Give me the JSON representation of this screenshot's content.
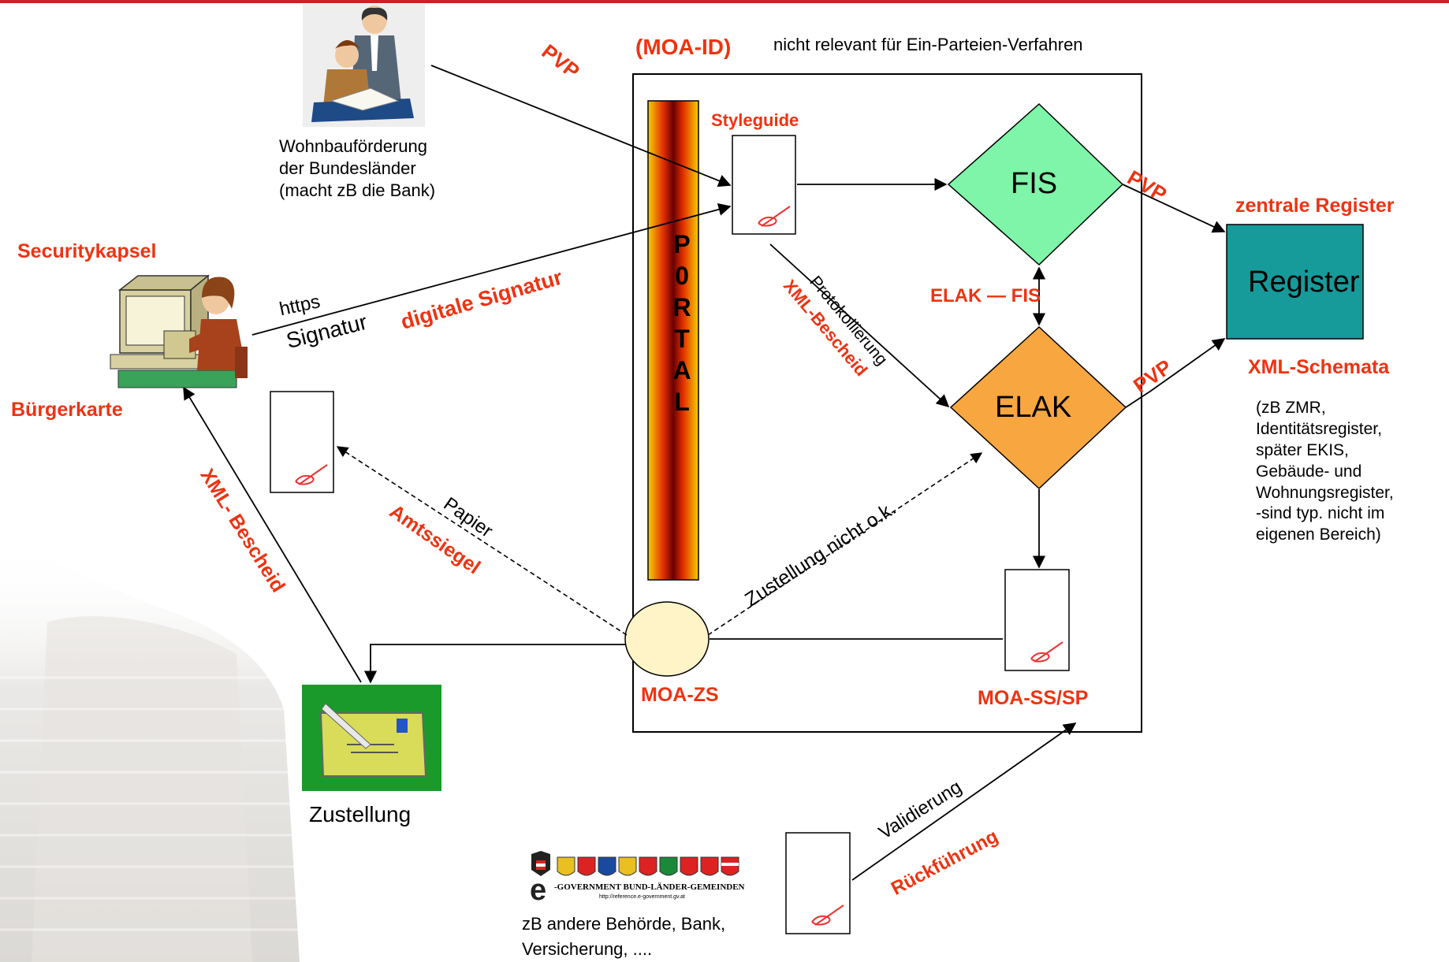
{
  "labels": {
    "pvp_top": "PVP",
    "moa_id": "(MOA-ID)",
    "nicht_relevant": "nicht relevant für Ein-Parteien-Verfahren",
    "wohnbau": "Wohnbauförderung\nder Bundesländer\n(macht zB die Bank)",
    "styleguide": "Styleguide",
    "securitykapsel": "Securitykapsel",
    "https": "https",
    "signatur": "Signatur",
    "digitale_signatur": "digitale Signatur",
    "portal_letters": [
      "P",
      "0",
      "R",
      "T",
      "A",
      "L"
    ],
    "protokollierung": "Protokollierung",
    "xml_bescheid_center": "XML-Bescheid",
    "fis": "FIS",
    "elak_fis": "ELAK — FIS",
    "elak": "ELAK",
    "pvp_fis": "PVP",
    "pvp_elak": "PVP",
    "zentrale_register": "zentrale Register",
    "register": "Register",
    "xml_schemata": "XML-Schemata",
    "register_note": "(zB ZMR,\nIdentitätsregister,\nspäter EKIS,\nGebäude- und\nWohnungsregister,\n-sind typ. nicht im\neigenen Bereich)",
    "buergerkarte": "Bürgerkarte",
    "xml_bescheid_left": "XML- Bescheid",
    "papier": "Papier",
    "amtssiegel": "Amtssiegel",
    "zustellung_nicht_ok": "Zustellung nicht o.k.",
    "moa_zs": "MOA-ZS",
    "moa_ss_sp": "MOA-SS/SP",
    "zustellung": "Zustellung",
    "validierung": "Validierung",
    "rueckfuehrung": "Rückführung",
    "egov_banner": "-GOVERNMENT BUND-LÄNDER-GEMEINDEN",
    "egov_url": "http://reference.e-government.gv.at",
    "andere_behoerde": "zB andere Behörde, Bank,\nVersicherung, ...."
  },
  "colors": {
    "accent_red": "#ee3311",
    "fis_fill": "#7ef5a8",
    "elak_fill": "#f8a640",
    "register_fill": "#169a9a",
    "zustellung_green": "#1a9a2a",
    "envelope_yellow": "#d8dc58",
    "moa_zs_fill": "#fff4c8",
    "top_bar": "#cc2222"
  },
  "icons": [
    "people-clipart-icon",
    "citizen-computer-icon",
    "envelope-icon",
    "signed-document-icon",
    "egov-crests-icon"
  ]
}
